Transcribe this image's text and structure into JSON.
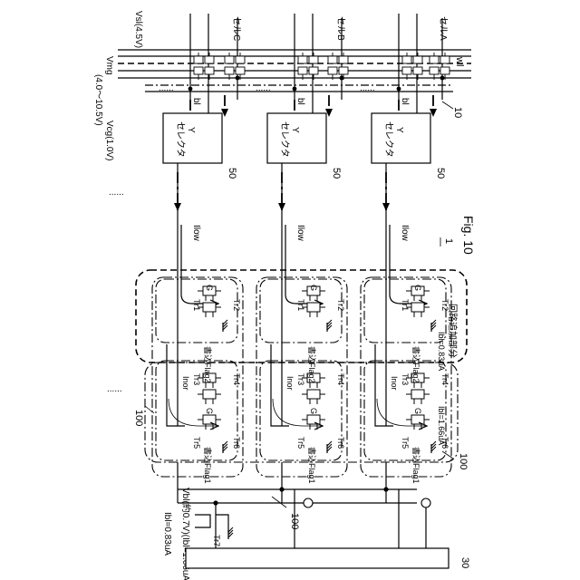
{
  "figure": {
    "fig_label": "Fig. 10",
    "ref_main": "1",
    "ref_array": "10",
    "ref_bus": "30",
    "ref_selector": "50",
    "ref_block": "100"
  },
  "top": {
    "vsl": "Vsl(4.5V)",
    "vmg_1": "Vmg",
    "vmg_2": "(4.0〜10.5V)",
    "vcg": "Vcg(1.0V)",
    "wl": "wl",
    "cells": [
      "セルC",
      "セルB",
      "セルA"
    ],
    "bl": "bl",
    "dots": "......"
  },
  "selector": {
    "line1": "Y",
    "line2": "セレクタ"
  },
  "currents": {
    "ilow": "Ilow",
    "inor": "Inor",
    "ibl_half": "Ibl=0.83uA",
    "ibl_full": "Ibl=1.66uA",
    "vbl": "Vbl(約0.7V)(Ibl=1.66uA)",
    "ibl_left": "Ibl=0.83uA"
  },
  "transistors": {
    "tr1": "Tr1",
    "tr2": "Tr2",
    "tr3": "Tr3",
    "tr4": "Tr4",
    "tr5": "Tr5",
    "tr6": "Tr6",
    "tr7": "Tr7",
    "g": "G"
  },
  "flags": {
    "flag1": "書込Flag1",
    "flag2": "書込Flag2",
    "addition": "回路追加部分"
  }
}
